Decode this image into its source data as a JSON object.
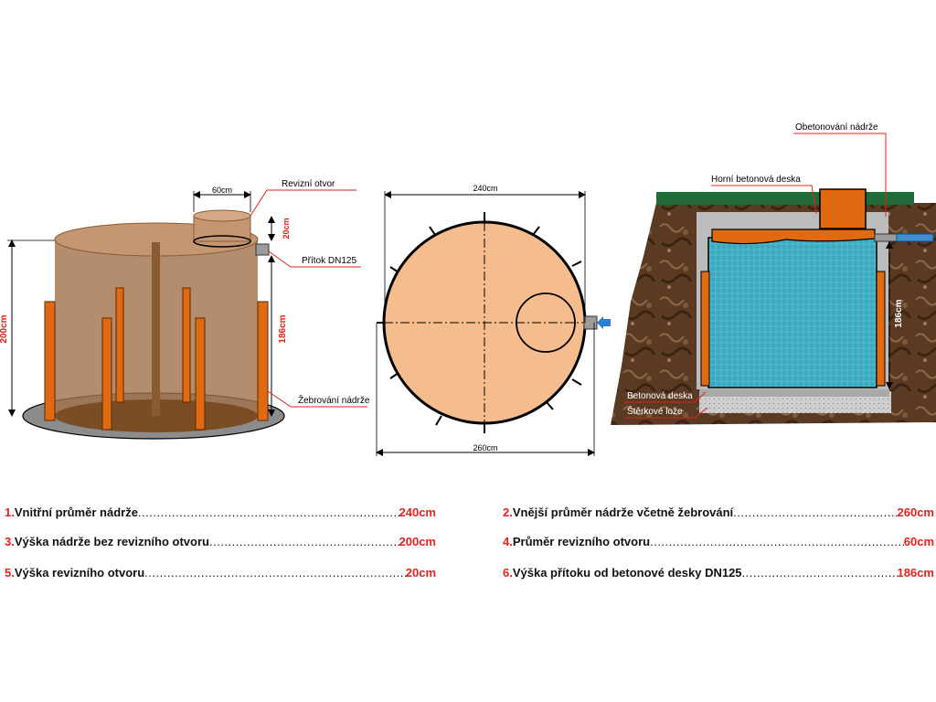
{
  "labels": {
    "revizni_otvor": "Revizní otvor",
    "pritok": "Přítok DN125",
    "zebrovani": "Žebrování nádrže",
    "obetonovani": "Obetonování nádrže",
    "horni_deska": "Horní betonová deska",
    "betonova_deska": "Betonová deska",
    "sterkove_loze": "Štěrkové lože"
  },
  "dimensions": {
    "side_opening_width": "60cm",
    "side_opening_height": "20cm",
    "side_height": "200cm",
    "side_inlet_height": "186cm",
    "top_inner": "240cm",
    "top_outer": "260cm",
    "section_inlet_height": "186cm"
  },
  "colors": {
    "tank_brown": "#a0714a",
    "rib_orange": "#e06a12",
    "disc_peach": "#f5bd8d",
    "water_blue": "#3ba8c0",
    "concrete_grey": "#c9c9c9",
    "soil_brown": "#5a3a22",
    "grass_green": "#1f6b3a",
    "dim_red": "#e0231c"
  },
  "specs": [
    {
      "num": "1.",
      "label": "Vnitřní průměr nádrže",
      "value": "240cm"
    },
    {
      "num": "2.",
      "label": "Vnější průměr nádrže včetně žebrování",
      "value": "260cm"
    },
    {
      "num": "3.",
      "label": "Výška nádrže bez revizního otvoru",
      "value": "200cm"
    },
    {
      "num": "4.",
      "label": "Průměr revizního otvoru",
      "value": "60cm"
    },
    {
      "num": "5.",
      "label": "Výška revizního otvoru",
      "value": "20cm"
    },
    {
      "num": "6.",
      "label": "Výška přítoku od betonové desky DN125",
      "value": "186cm"
    }
  ]
}
